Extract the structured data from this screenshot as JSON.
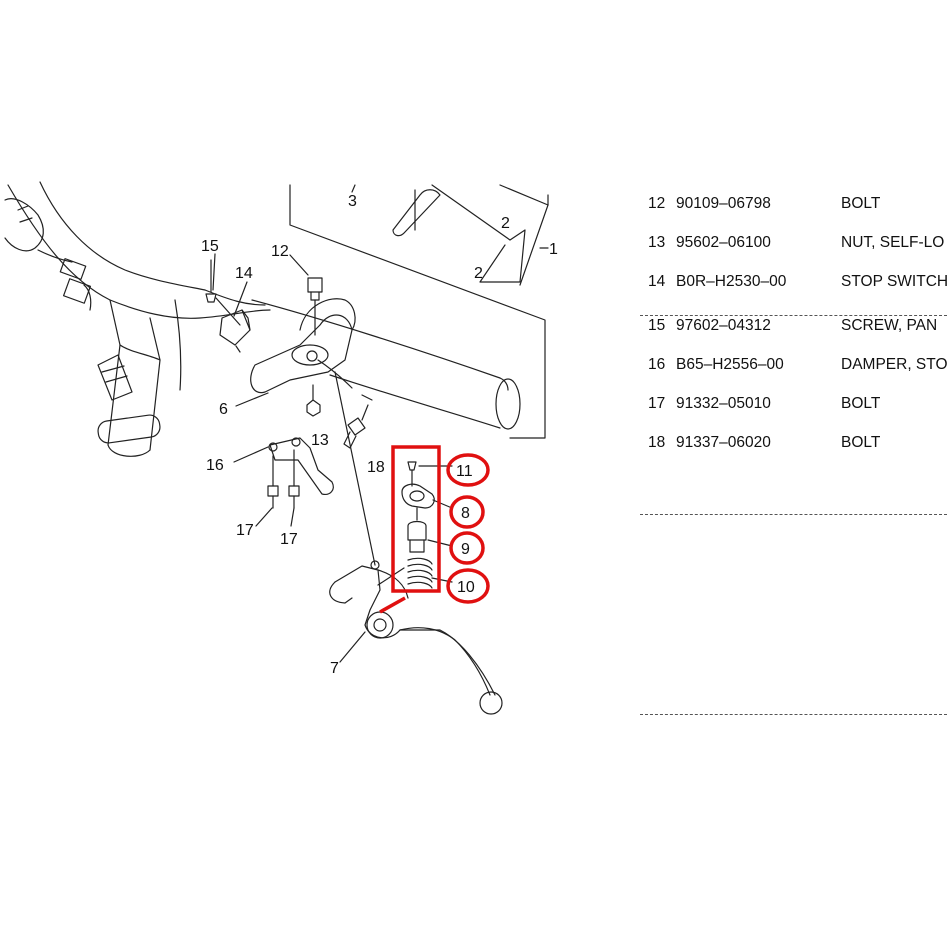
{
  "diagram": {
    "callouts": {
      "c1": "1",
      "c2a": "2",
      "c2b": "2",
      "c3": "3",
      "c6": "6",
      "c7": "7",
      "c8": "8",
      "c9": "9",
      "c10": "10",
      "c11": "11",
      "c12": "12",
      "c13": "13",
      "c14": "14",
      "c15": "15",
      "c16": "16",
      "c17a": "17",
      "c17b": "17",
      "c18": "18"
    },
    "highlight_color": "#e01010",
    "line_color": "#222222"
  },
  "parts_table": {
    "rows": [
      {
        "no": "12",
        "part_number": "90109–06798",
        "description": "BOLT"
      },
      {
        "no": "13",
        "part_number": "95602–06100",
        "description": "NUT, SELF-LO"
      },
      {
        "no": "14",
        "part_number": "B0R–H2530–00",
        "description": "STOP SWITCH"
      },
      {
        "no": "15",
        "part_number": "97602–04312",
        "description": "SCREW, PAN"
      },
      {
        "no": "16",
        "part_number": "B65–H2556–00",
        "description": "DAMPER, STO"
      },
      {
        "no": "17",
        "part_number": "91332–05010",
        "description": "BOLT"
      },
      {
        "no": "18",
        "part_number": "91337–06020",
        "description": "BOLT"
      }
    ]
  }
}
